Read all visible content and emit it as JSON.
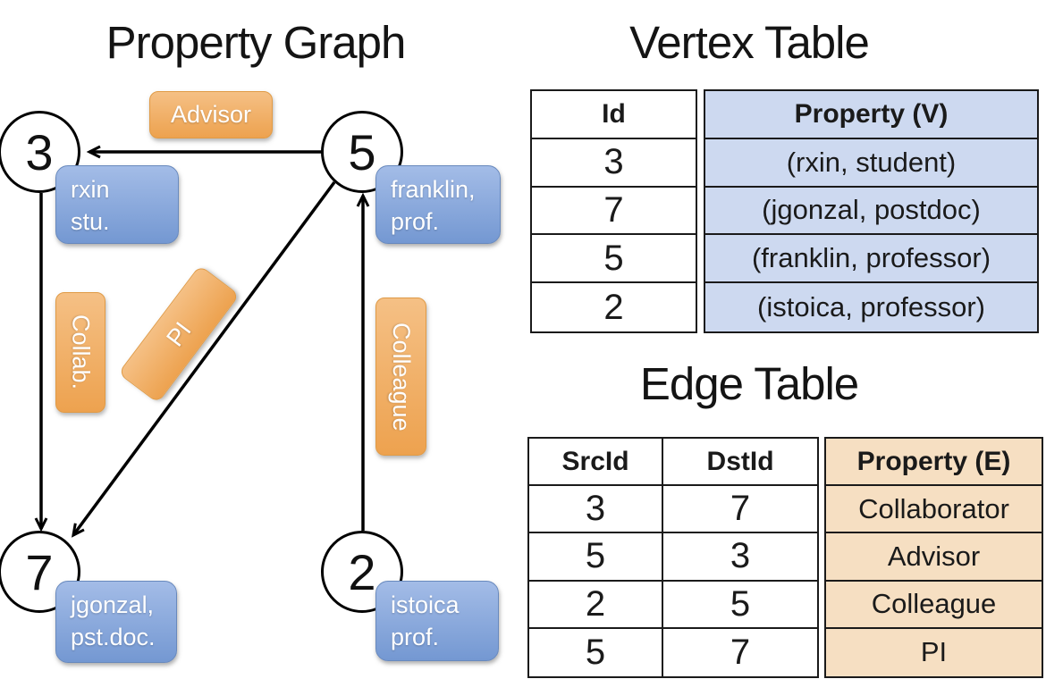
{
  "titles": {
    "graph": "Property Graph",
    "vertex_table": "Vertex Table",
    "edge_table": "Edge Table"
  },
  "graph": {
    "nodes": [
      {
        "id": "3",
        "property_lines": [
          "rxin",
          "stu."
        ]
      },
      {
        "id": "5",
        "property_lines": [
          "franklin,",
          "prof."
        ]
      },
      {
        "id": "7",
        "property_lines": [
          "jgonzal,",
          "pst.doc."
        ]
      },
      {
        "id": "2",
        "property_lines": [
          "istoica",
          "prof."
        ]
      }
    ],
    "edges": [
      {
        "label": "Advisor",
        "src": "5",
        "dst": "3"
      },
      {
        "label": "Collab.",
        "src": "3",
        "dst": "7"
      },
      {
        "label": "PI",
        "src": "5",
        "dst": "7"
      },
      {
        "label": "Colleague",
        "src": "2",
        "dst": "5"
      }
    ]
  },
  "vertex_table": {
    "columns": [
      "Id",
      "Property (V)"
    ],
    "rows": [
      [
        "3",
        "(rxin, student)"
      ],
      [
        "7",
        "(jgonzal, postdoc)"
      ],
      [
        "5",
        "(franklin, professor)"
      ],
      [
        "2",
        "(istoica, professor)"
      ]
    ]
  },
  "edge_table": {
    "columns": [
      "SrcId",
      "DstId",
      "Property (E)"
    ],
    "rows": [
      [
        "3",
        "7",
        "Collaborator"
      ],
      [
        "5",
        "3",
        "Advisor"
      ],
      [
        "2",
        "5",
        "Colleague"
      ],
      [
        "5",
        "7",
        "PI"
      ]
    ]
  },
  "colors": {
    "edge_label_fill_top": "#f5c085",
    "edge_label_fill_bottom": "#eda24f",
    "vertex_label_fill_top": "#a3bce7",
    "vertex_label_fill_bottom": "#7498d2",
    "vertex_property_cell": "#cdd9f0",
    "edge_property_cell": "#f6dfc2",
    "line": "#000000",
    "box_text": "#ffffff",
    "table_text": "#1a1a1a"
  }
}
